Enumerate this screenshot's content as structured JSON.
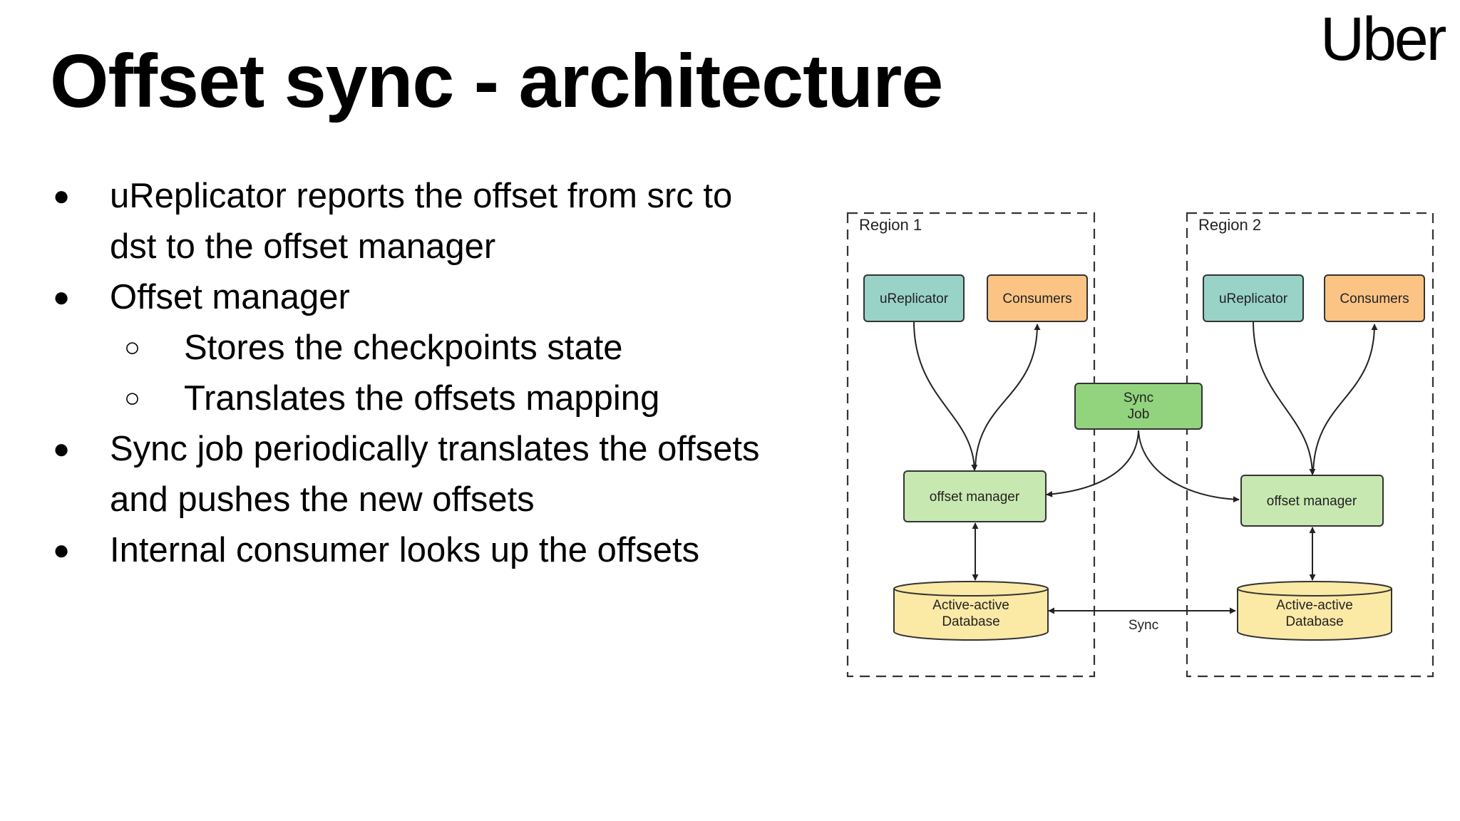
{
  "slide": {
    "title": "Offset sync - architecture",
    "logo_text": "Uber"
  },
  "bullets": [
    {
      "level": 1,
      "marker": "●",
      "lines": [
        "uReplicator reports the offset from src to",
        "dst to the offset manager"
      ]
    },
    {
      "level": 1,
      "marker": "●",
      "lines": [
        "Offset manager"
      ]
    },
    {
      "level": 2,
      "marker": "○",
      "lines": [
        "Stores the checkpoints state"
      ]
    },
    {
      "level": 2,
      "marker": "○",
      "lines": [
        "Translates the offsets mapping"
      ]
    },
    {
      "level": 1,
      "marker": "●",
      "lines": [
        "Sync job periodically translates the offsets",
        "and pushes the new offsets"
      ]
    },
    {
      "level": 1,
      "marker": "●",
      "lines": [
        "Internal consumer looks up the offsets"
      ]
    }
  ],
  "diagram": {
    "region1": {
      "label": "Region 1"
    },
    "region2": {
      "label": "Region 2"
    },
    "nodes": {
      "ureplicator1": {
        "label": "uReplicator"
      },
      "consumers1": {
        "label": "Consumers"
      },
      "ureplicator2": {
        "label": "uReplicator"
      },
      "consumers2": {
        "label": "Consumers"
      },
      "sync_job": {
        "line1": "Sync",
        "line2": "Job"
      },
      "offset_manager1": {
        "label": "offset manager"
      },
      "offset_manager2": {
        "label": "offset manager"
      },
      "database1": {
        "line1": "Active-active",
        "line2": "Database"
      },
      "database2": {
        "line1": "Active-active",
        "line2": "Database"
      }
    },
    "db_sync_label": "Sync",
    "colors": {
      "ureplicator": "#99d3c8",
      "consumers": "#fbc485",
      "sync_job": "#92d47e",
      "offset_manager": "#c8e8b1",
      "database": "#fbe9a6",
      "stroke": "#333333"
    }
  }
}
